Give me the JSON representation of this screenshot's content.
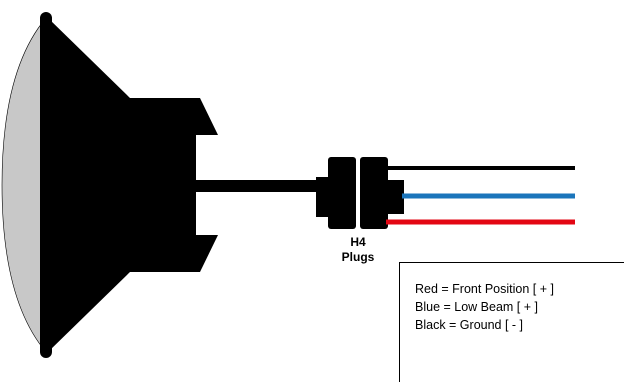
{
  "diagram": {
    "plug_label": {
      "line1": "H4",
      "line2": "Plugs"
    },
    "legend": {
      "entries": [
        {
          "text": "Red = Front Position [ + ]",
          "wire_color": "#e30613"
        },
        {
          "text": "Blue = Low Beam [ + ]",
          "wire_color": "#1b75bb"
        },
        {
          "text": "Black = Ground [ - ]",
          "wire_color": "#000000"
        }
      ]
    },
    "colors": {
      "housing": "#000000",
      "lens": "#c8c8c8",
      "background": "#ffffff"
    }
  }
}
